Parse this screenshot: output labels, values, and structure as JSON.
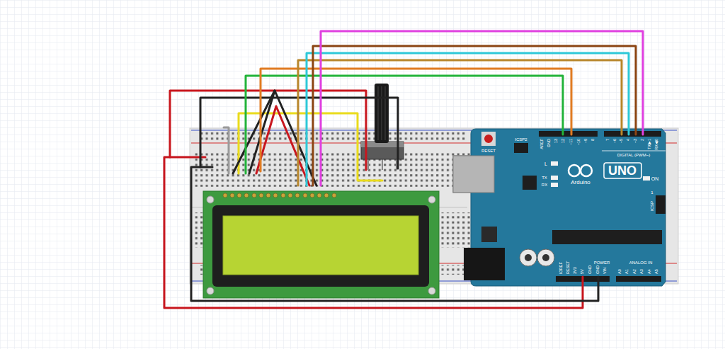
{
  "diagram": {
    "labels": [
      "RESET",
      "ICSP2",
      "L",
      "TX",
      "RX",
      "Arduino",
      "UNO",
      "ON",
      "ICSP",
      "1",
      "DIGITAL (PWM~)",
      "AREF",
      "GND",
      "13",
      "12",
      "~11",
      "~10",
      "~9",
      "8",
      "7",
      "~6",
      "~5",
      "4",
      "~3",
      "2",
      "TX▶1",
      "RX◀0",
      "POWER",
      "IOREF",
      "RESET",
      "3V3",
      "5V",
      "GND",
      "GND",
      "VIN",
      "ANALOG IN",
      "A0",
      "A1",
      "A2",
      "A3",
      "A4",
      "A5"
    ]
  }
}
